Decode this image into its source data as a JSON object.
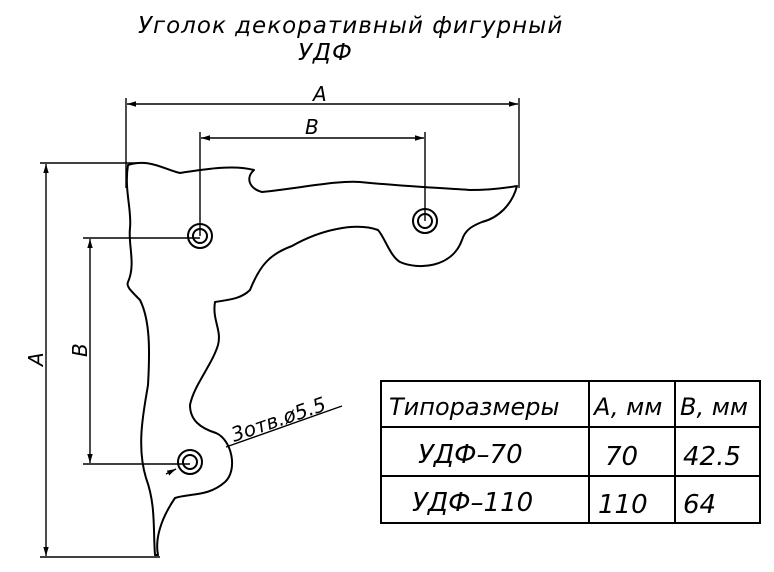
{
  "title": {
    "line1": "Уголок декоративный фигурный",
    "line2": "УДФ"
  },
  "dimensions": {
    "a_horizontal": "A",
    "b_horizontal": "B",
    "a_vertical": "A",
    "b_vertical": "B",
    "holes_note": "3отв.ø5.5"
  },
  "table": {
    "headers": [
      "Типоразмеры",
      "A, мм",
      "B, мм"
    ],
    "rows": [
      [
        "УДФ–70",
        "70",
        "42.5"
      ],
      [
        "УДФ–110",
        "110",
        "64"
      ]
    ]
  }
}
